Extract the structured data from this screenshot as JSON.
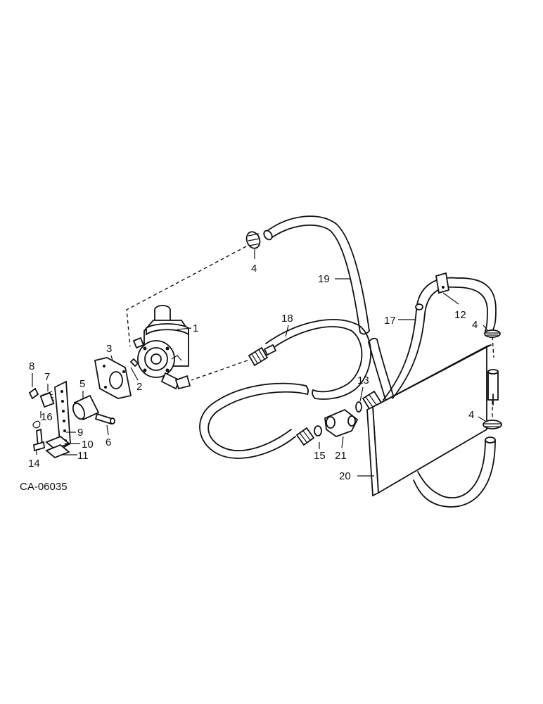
{
  "figure_code": "CA-06035",
  "callouts": [
    {
      "id": "c1",
      "text": "1"
    },
    {
      "id": "c2",
      "text": "2"
    },
    {
      "id": "c3",
      "text": "3"
    },
    {
      "id": "c4a",
      "text": "4"
    },
    {
      "id": "c4b",
      "text": "4"
    },
    {
      "id": "c4c",
      "text": "4"
    },
    {
      "id": "c5",
      "text": "5"
    },
    {
      "id": "c6",
      "text": "6"
    },
    {
      "id": "c7",
      "text": "7"
    },
    {
      "id": "c8",
      "text": "8"
    },
    {
      "id": "c9",
      "text": "9"
    },
    {
      "id": "c10",
      "text": "10"
    },
    {
      "id": "c11",
      "text": "11"
    },
    {
      "id": "c12",
      "text": "12"
    },
    {
      "id": "c13",
      "text": "13"
    },
    {
      "id": "c14",
      "text": "14"
    },
    {
      "id": "c15",
      "text": "15"
    },
    {
      "id": "c16",
      "text": "16"
    },
    {
      "id": "c17",
      "text": "17"
    },
    {
      "id": "c18",
      "text": "18"
    },
    {
      "id": "c19",
      "text": "19"
    },
    {
      "id": "c20",
      "text": "20"
    },
    {
      "id": "c21",
      "text": "21"
    }
  ]
}
